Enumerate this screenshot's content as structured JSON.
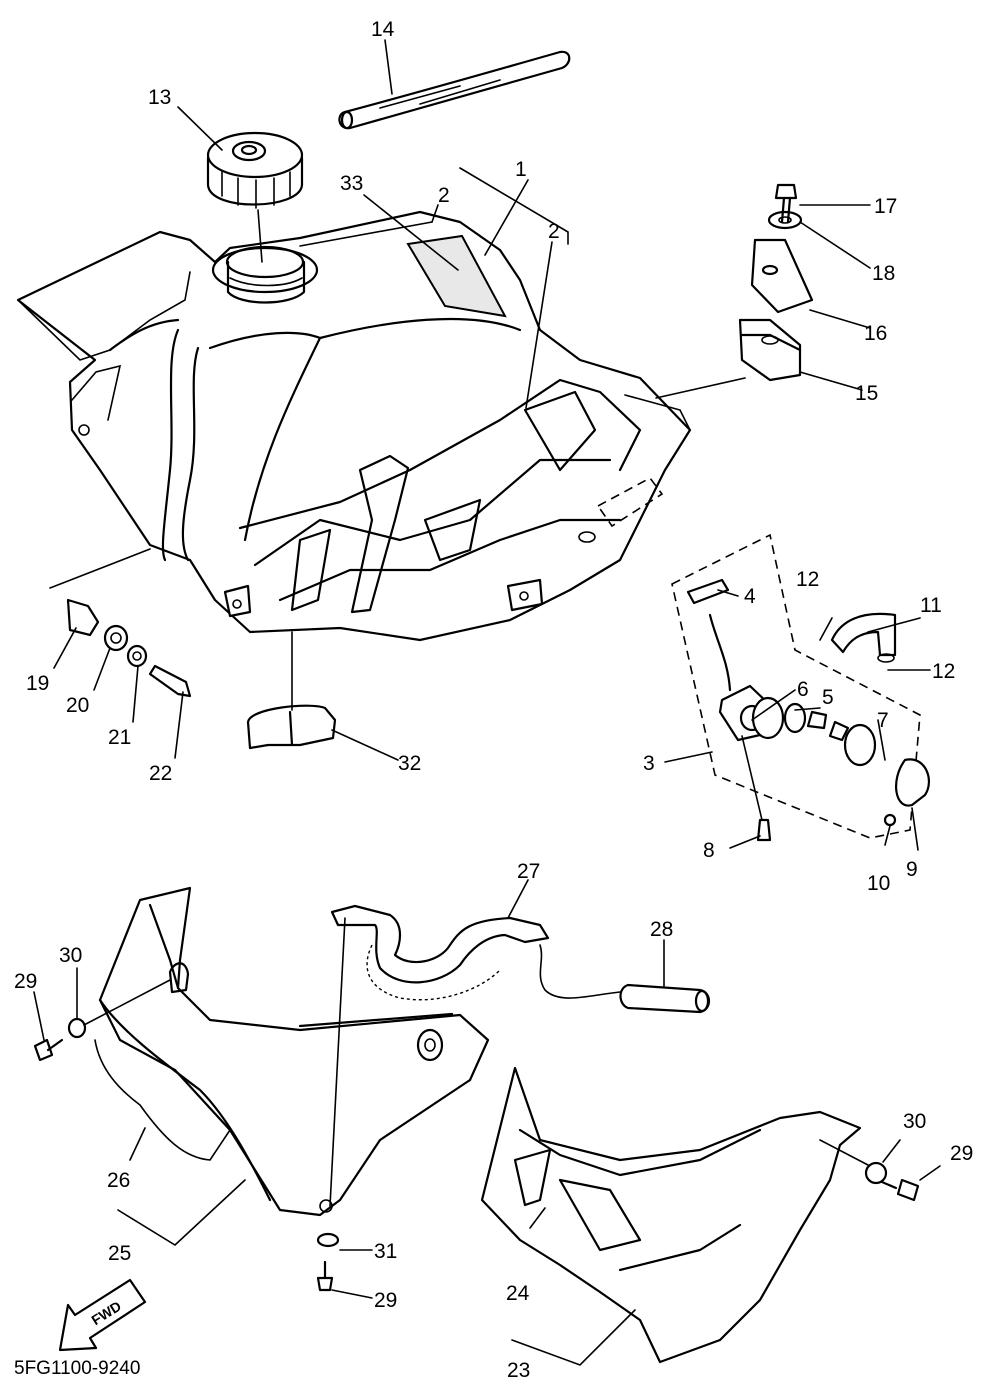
{
  "diagram": {
    "part_labels": [
      "1",
      "2",
      "2",
      "3",
      "4",
      "5",
      "6",
      "7",
      "8",
      "9",
      "10",
      "11",
      "12",
      "12",
      "13",
      "14",
      "15",
      "16",
      "17",
      "18",
      "19",
      "20",
      "21",
      "22",
      "23",
      "24",
      "25",
      "26",
      "27",
      "28",
      "29",
      "29",
      "29",
      "30",
      "30",
      "31",
      "32",
      "33"
    ],
    "direction_label": "FWD",
    "drawing_code": "5FG1100-9240"
  }
}
